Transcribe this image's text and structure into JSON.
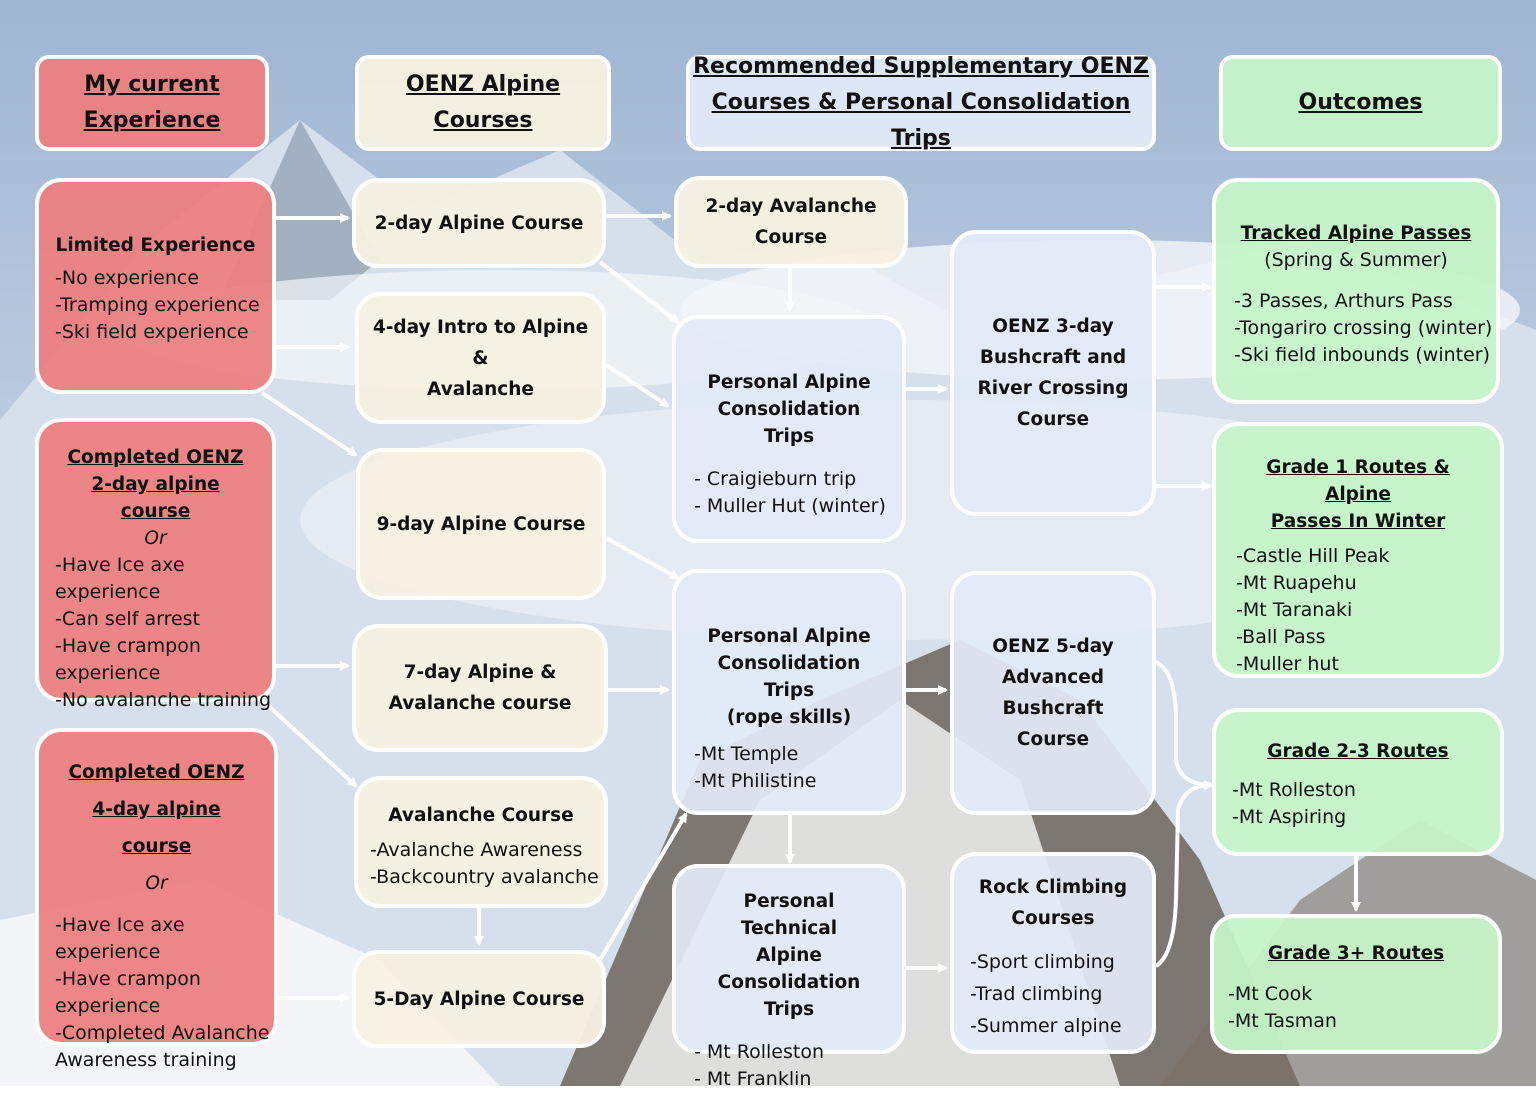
{
  "colors": {
    "experience": "#ec7e80",
    "oenz_courses": "#f7f1e2",
    "supplementary": "#e2ebf7",
    "outcomes": "#c6f4c8",
    "arrow": "#ffffff",
    "sky": "#a7bcd6"
  },
  "headers": {
    "experience": [
      "My current",
      "Experience"
    ],
    "oenz_courses": "OENZ Alpine Courses",
    "supplementary": [
      "Recommended Supplementary OENZ",
      "Courses & Personal Consolidation Trips"
    ],
    "outcomes": "Outcomes"
  },
  "experience": {
    "limited": {
      "title": "Limited Experience",
      "items": [
        "-No experience",
        "-Tramping experience",
        "-Ski field experience"
      ]
    },
    "completed_2day": {
      "title": [
        "Completed OENZ",
        "2-day alpine course"
      ],
      "or": "Or",
      "items": [
        "-Have Ice axe",
        "experience",
        "-Can self arrest",
        "-Have crampon",
        "experience",
        "-No avalanche training"
      ]
    },
    "completed_4day": {
      "title": [
        "Completed OENZ",
        "4-day alpine course"
      ],
      "or": "Or",
      "items": [
        "-Have Ice axe",
        "experience",
        "-Have crampon",
        "experience",
        "-Completed Avalanche",
        "Awareness training"
      ]
    }
  },
  "courses": {
    "alpine_2day": "2-day Alpine Course",
    "intro_4day": [
      "4-day Intro to Alpine",
      "&",
      "Avalanche"
    ],
    "alpine_9day": "9-day Alpine Course",
    "alpine_avalanche_7day": [
      "7-day Alpine &",
      "Avalanche course"
    ],
    "avalanche": {
      "title": "Avalanche Course",
      "items": [
        "-Avalanche Awareness",
        "-Backcountry avalanche"
      ]
    },
    "alpine_5day": "5-Day Alpine Course"
  },
  "supplementary": {
    "avalanche_2day": [
      "2-day Avalanche",
      "Course"
    ],
    "consolidation": {
      "title": [
        "Personal Alpine",
        "Consolidation Trips"
      ],
      "items": [
        "- Craigieburn trip",
        "- Muller Hut (winter)"
      ]
    },
    "consolidation_rope": {
      "title": [
        "Personal Alpine",
        "Consolidation Trips",
        "(rope skills)"
      ],
      "items": [
        "-Mt Temple",
        "-Mt Philistine"
      ]
    },
    "technical": {
      "title": [
        "Personal Technical",
        "Alpine Consolidation",
        "Trips"
      ],
      "items": [
        "- Mt Rolleston",
        "- Mt Franklin"
      ]
    },
    "bushcraft_3day": [
      "OENZ 3-day",
      "Bushcraft and",
      "River Crossing",
      "Course"
    ],
    "bushcraft_5day": [
      "OENZ 5-day",
      "Advanced",
      "Bushcraft",
      "Course"
    ],
    "rock": {
      "title": [
        "Rock Climbing",
        "Courses"
      ],
      "items": [
        "-Sport climbing",
        "-Trad climbing",
        "-Summer alpine"
      ]
    }
  },
  "outcomes": {
    "passes": {
      "title": "Tracked Alpine Passes",
      "subtitle": "(Spring & Summer)",
      "items": [
        "-3 Passes,  Arthurs Pass",
        "-Tongariro crossing (winter)",
        "-Ski field inbounds (winter)"
      ]
    },
    "grade1": {
      "title": [
        "Grade 1 Routes & Alpine",
        "Passes In Winter"
      ],
      "items": [
        "-Castle Hill Peak",
        "-Mt Ruapehu",
        "-Mt Taranaki",
        "-Ball Pass",
        "-Muller hut"
      ]
    },
    "grade23": {
      "title": "Grade 2-3 Routes",
      "items": [
        "-Mt Rolleston",
        "-Mt Aspiring"
      ]
    },
    "grade3plus": {
      "title": "Grade 3+ Routes",
      "items": [
        "-Mt Cook",
        "-Mt Tasman"
      ]
    }
  }
}
